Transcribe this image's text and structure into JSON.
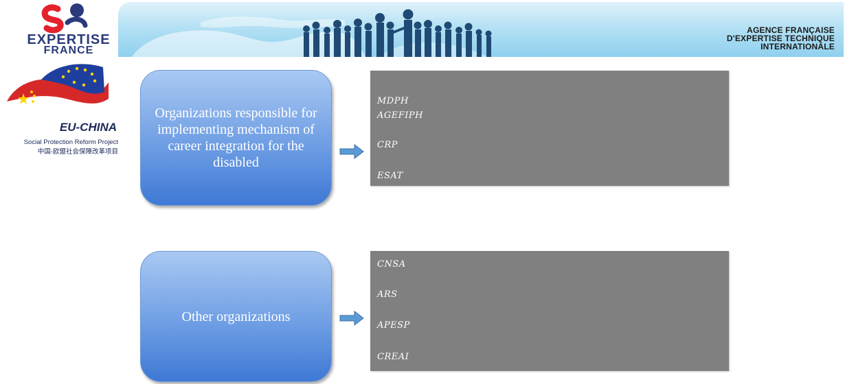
{
  "header": {
    "logo_line1": "EXPERTISE",
    "logo_line2": "FRANCE",
    "agency_lines": [
      "AGENCE FRANÇAISE",
      "D'EXPERTISE TECHNIQUE",
      "INTERNATIONALE"
    ]
  },
  "side_logo": {
    "title": "EU-CHINA",
    "subtitle_en": "Social Protection Reform Project",
    "subtitle_cn": "中国-欧盟社会保障改革项目"
  },
  "groups": [
    {
      "label": "Organizations responsible for implementing mechanism of career integration for the disabled",
      "items": [
        "MDPH",
        "AGEFIPH",
        "CRP",
        "ESAT"
      ]
    },
    {
      "label": "Other organizations",
      "items": [
        "CNSA",
        "ARS",
        "APESP",
        "CREAI"
      ]
    }
  ],
  "colors": {
    "box_top": "#a9c9f2",
    "box_bottom": "#3f79d5",
    "panel": "#808080",
    "arrow": "#5b9bd5"
  }
}
